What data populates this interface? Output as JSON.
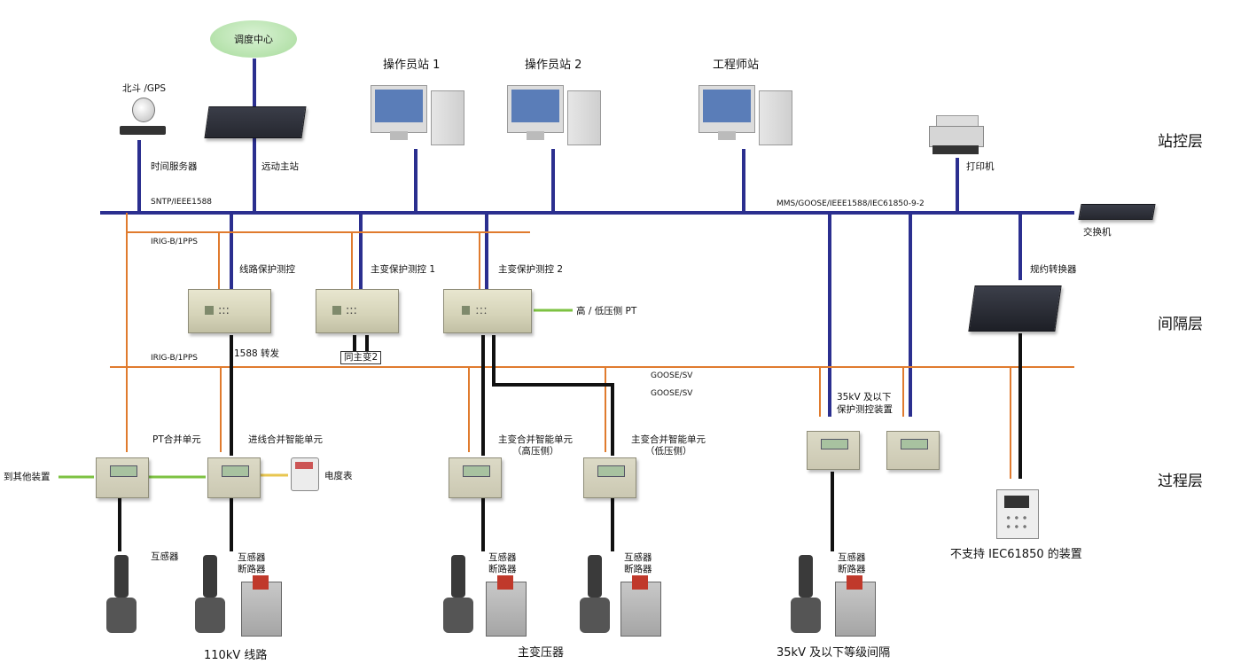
{
  "labels": {
    "dispatch_center": "调度中心",
    "beidou_gps": "北斗 /GPS",
    "time_server": "时间服务器",
    "remote_master": "远动主站",
    "operator_station_1": "操作员站 1",
    "operator_station_2": "操作员站 2",
    "engineer_station": "工程师站",
    "printer": "打印机",
    "switch": "交换机",
    "protocol_converter": "规约转换器",
    "sntp": "SNTP/IEEE1588",
    "mms": "MMS/GOOSE/IEEE1588/IEC61850-9-2",
    "irigb_top": "IRIG-B/1PPS",
    "irigb_mid": "IRIG-B/1PPS",
    "line_protection": "线路保护测控",
    "main_xfmr_protection_1": "主变保护测控 1",
    "main_xfmr_protection_2": "主变保护测控 2",
    "hv_lv_pt": "高 / 低压侧 PT",
    "forward_1588": "1588 转发",
    "same_as_xfmr2": "同主变2",
    "goose_sv_1": "GOOSE/SV",
    "goose_sv_2": "GOOSE/SV",
    "prot_35kv_line1": "35kV 及以下",
    "prot_35kv_line2": "保护测控装置",
    "pt_merging_unit": "PT合并单元",
    "incoming_merging_unit": "进线合并智能单元",
    "to_other_devices": "到其他装置",
    "energy_meter": "电度表",
    "xfmr_mu_hv_line1": "主变合并智能单元",
    "xfmr_mu_hv_line2": "（高压侧）",
    "xfmr_mu_lv_line1": "主变合并智能单元",
    "xfmr_mu_lv_line2": "（低压侧）",
    "transformer_1": "互感器",
    "ct_breaker_1_a": "互感器",
    "ct_breaker_1_b": "断路器",
    "ct_breaker_2_a": "互感器",
    "ct_breaker_2_b": "断路器",
    "ct_breaker_3_a": "互感器",
    "ct_breaker_3_b": "断路器",
    "ct_breaker_4_a": "互感器",
    "ct_breaker_4_b": "断路器",
    "unsupported_device": "不支持 IEC61850 的装置",
    "section_110kv": "110kV 线路",
    "section_main_xfmr": "主变压器",
    "section_35kv": "35kV 及以下等级间隔"
  },
  "layers": {
    "station": "站控层",
    "bay": "间隔层",
    "process": "过程层"
  },
  "colors": {
    "station_bus": "#2b2f8f",
    "sync_bus": "#e07b2e",
    "process_link": "#111111",
    "analog_link": "#7dc242",
    "meter_link": "#e8c650"
  }
}
